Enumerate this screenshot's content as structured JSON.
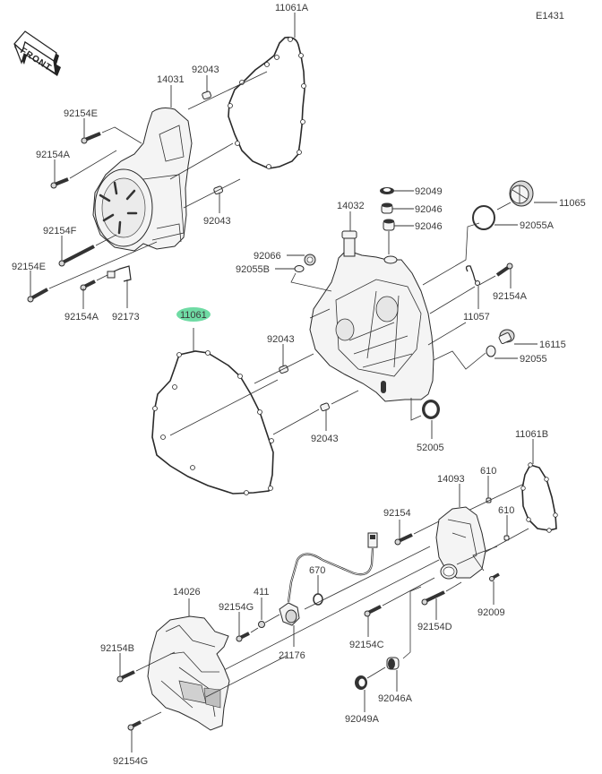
{
  "diagram": {
    "code": "E1431",
    "front_label": "FRONT",
    "highlight_color": "#5fd79a",
    "highlighted_part": "11061",
    "labels": {
      "p11061A": "11061A",
      "p14031": "14031",
      "p92043_a": "92043",
      "p92154E_a": "92154E",
      "p92154A_a": "92154A",
      "p92043_b": "92043",
      "p92154F": "92154F",
      "p92154E_b": "92154E",
      "p92154A_b": "92154A",
      "p92173": "92173",
      "p11061": "11061",
      "p92049": "92049",
      "p92046_a": "92046",
      "p92046_b": "92046",
      "p14032": "14032",
      "p11065": "11065",
      "p92055A": "92055A",
      "p92066": "92066",
      "p92055B": "92055B",
      "p92154A_c": "92154A",
      "p11057": "11057",
      "p92043_c": "92043",
      "p16115": "16115",
      "p92055": "92055",
      "p92043_d": "92043",
      "p52005": "52005",
      "p11061B": "11061B",
      "p610_a": "610",
      "p14093": "14093",
      "p92154": "92154",
      "p610_b": "610",
      "p670": "670",
      "p14026": "14026",
      "p411": "411",
      "p92154G_a": "92154G",
      "p92009": "92009",
      "p92154D": "92154D",
      "p92154B": "92154B",
      "p21176": "21176",
      "p92154C": "92154C",
      "p92046A": "92046A",
      "p92049A": "92049A",
      "p92154G_b": "92154G"
    }
  }
}
